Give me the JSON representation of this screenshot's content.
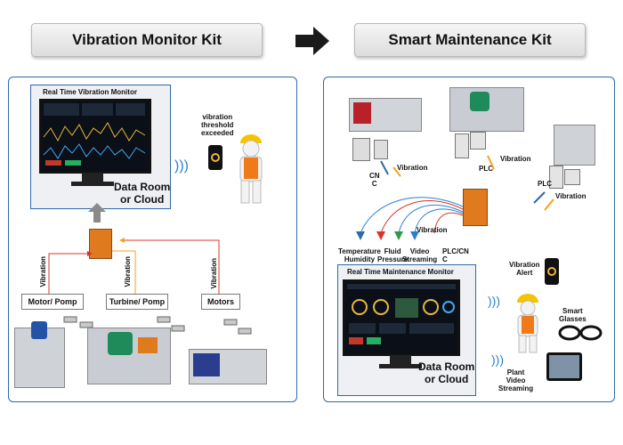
{
  "headers": {
    "left": "Vibration Monitor Kit",
    "right": "Smart Maintenance Kit"
  },
  "left_panel": {
    "monitor_title": "Real Time Vibration Monitor",
    "data_room": "Data Room\nor Cloud",
    "alert": "vibration\nthreshold\nexceeded",
    "vibration": "Vibration",
    "machines": [
      "Motor/ Pomp",
      "Turbine/ Pomp",
      "Motors"
    ]
  },
  "right_panel": {
    "monitor_title": "Real Time Maintenance Monitor",
    "data_room": "Data Room\nor Cloud",
    "cnc": "CN\nC",
    "vibration": "Vibration",
    "plc": "PLC",
    "sensors": [
      "Temperature\nHumidity",
      "Fluid\nPressure",
      "Video\nStreaming"
    ],
    "plc_cnc": "PLC/CN\nC\nInterfa",
    "vibration_alert": "Vibration\nAlert",
    "smart_glasses": "Smart\nGlasses",
    "plant_video": "Plant\nVideo\nStreaming"
  },
  "colors": {
    "panel_border": "#2f6aa8",
    "arrow_red": "#d9342b",
    "arrow_orange": "#f5a11a",
    "wave_blue": "#2b7fd3"
  }
}
